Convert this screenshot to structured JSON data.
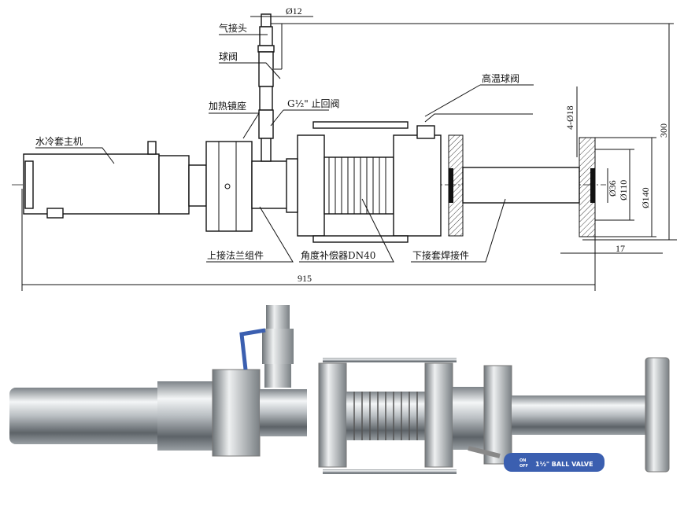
{
  "drawing": {
    "labels": {
      "air_connector": "气接头",
      "ball_valve": "球阀",
      "heating_mirror_seat": "加热镜座",
      "check_valve": "G½\" 止回阀",
      "high_temp_ball_valve": "高温球阀",
      "water_jacket_main_unit": "水冷套主机",
      "upper_flange_assembly": "上接法兰组件",
      "angle_compensator": "角度补偿器DN40",
      "lower_socket_weld_fitting": "下接套焊接件"
    },
    "dimensions": {
      "air_dia": "Ø12",
      "total_length": "915",
      "height": "300",
      "bolt_holes": "4-Ø18",
      "bore": "Ø36",
      "bolt_circle": "Ø110",
      "flange_od": "Ø140",
      "flange_thickness": "17"
    }
  },
  "photo": {
    "handle_on": "ON",
    "handle_off": "OFF",
    "handle_text": "1½\" BALL VALVE",
    "handle_color": "#3b5fb0"
  }
}
